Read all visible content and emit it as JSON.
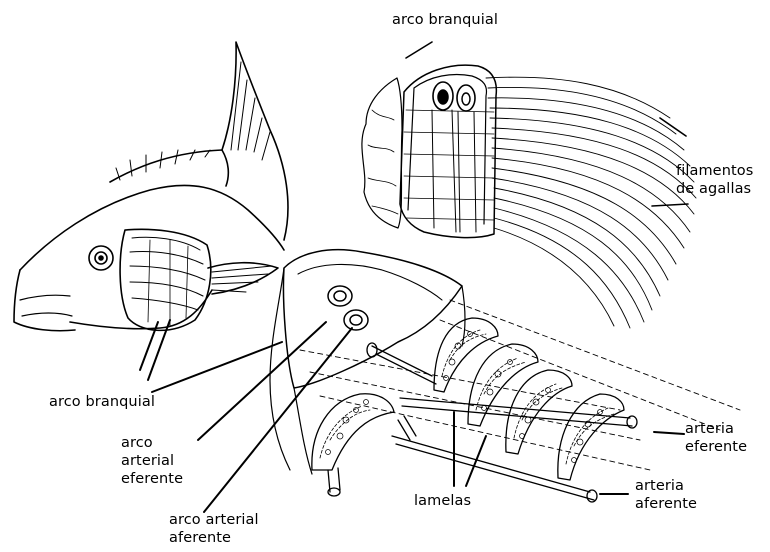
{
  "colors": {
    "line": "#000000",
    "background": "#ffffff"
  },
  "labels": {
    "top_branchial_arch": "arco branquial",
    "gill_filaments": "filamentos\nde agallas",
    "left_branchial_arch": "arco branquial",
    "efferent_arterial_arch": "arco\narterial\neferente",
    "afferent_arterial_arch": "arco arterial\naferente",
    "lamellae": "lamelas",
    "efferent_artery": "arteria\neferente",
    "afferent_artery": "arteria\naferente"
  }
}
